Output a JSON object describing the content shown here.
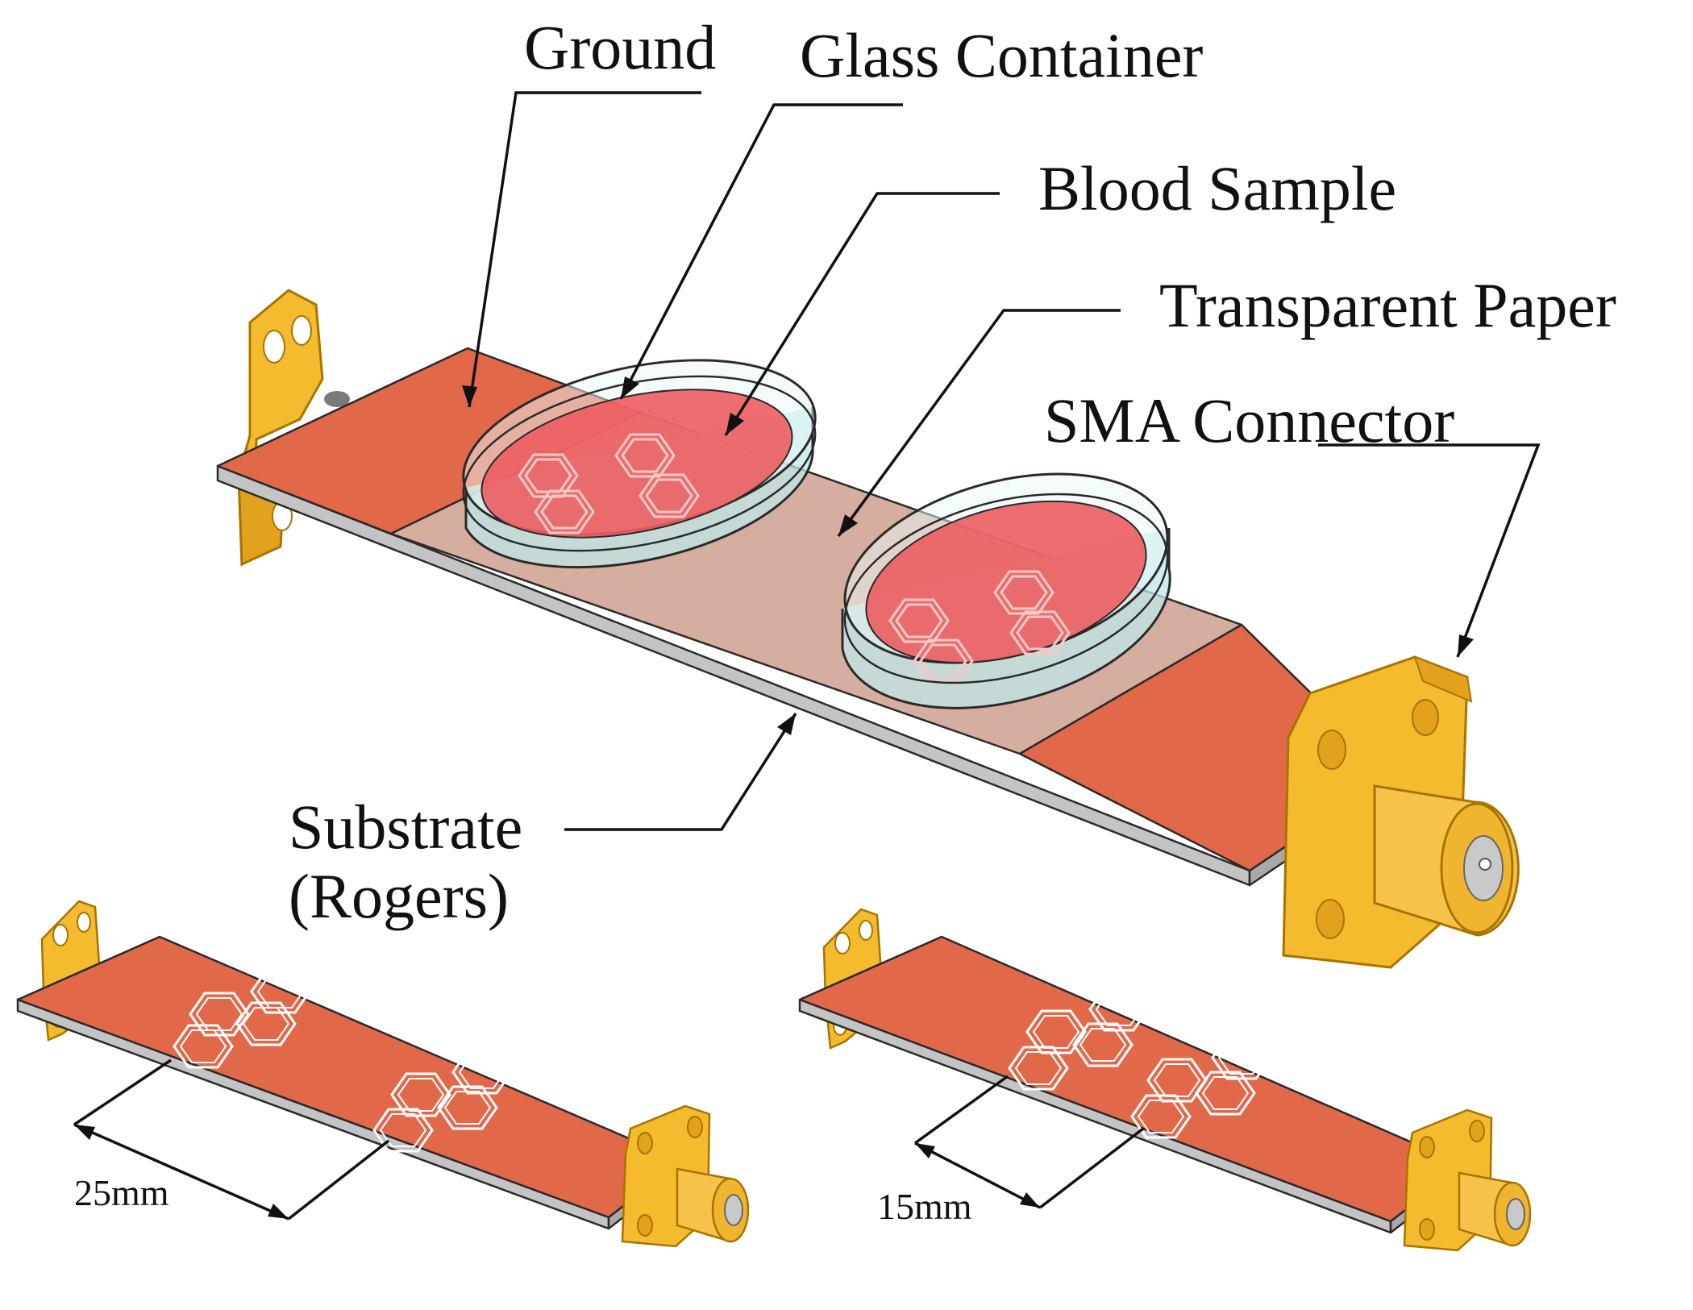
{
  "figure": {
    "labels": {
      "ground": "Ground",
      "glass_container": "Glass Container",
      "blood_sample": "Blood Sample",
      "transparent_paper": "Transparent Paper",
      "sma_connector": "SMA Connector",
      "substrate_line1": "Substrate",
      "substrate_line2": "(Rogers)"
    },
    "dimensions": {
      "left_spacing": "25mm",
      "right_spacing": "15mm"
    },
    "colors": {
      "copper_ground": "#e2684a",
      "substrate_edge": "#c4c4c4",
      "transparent_paper": "#d6ae9f",
      "blood": "#ec5d60",
      "glass": "#bfe8ea",
      "connector_gold": "#f4bb2f",
      "resonator": "#ffffff"
    }
  }
}
